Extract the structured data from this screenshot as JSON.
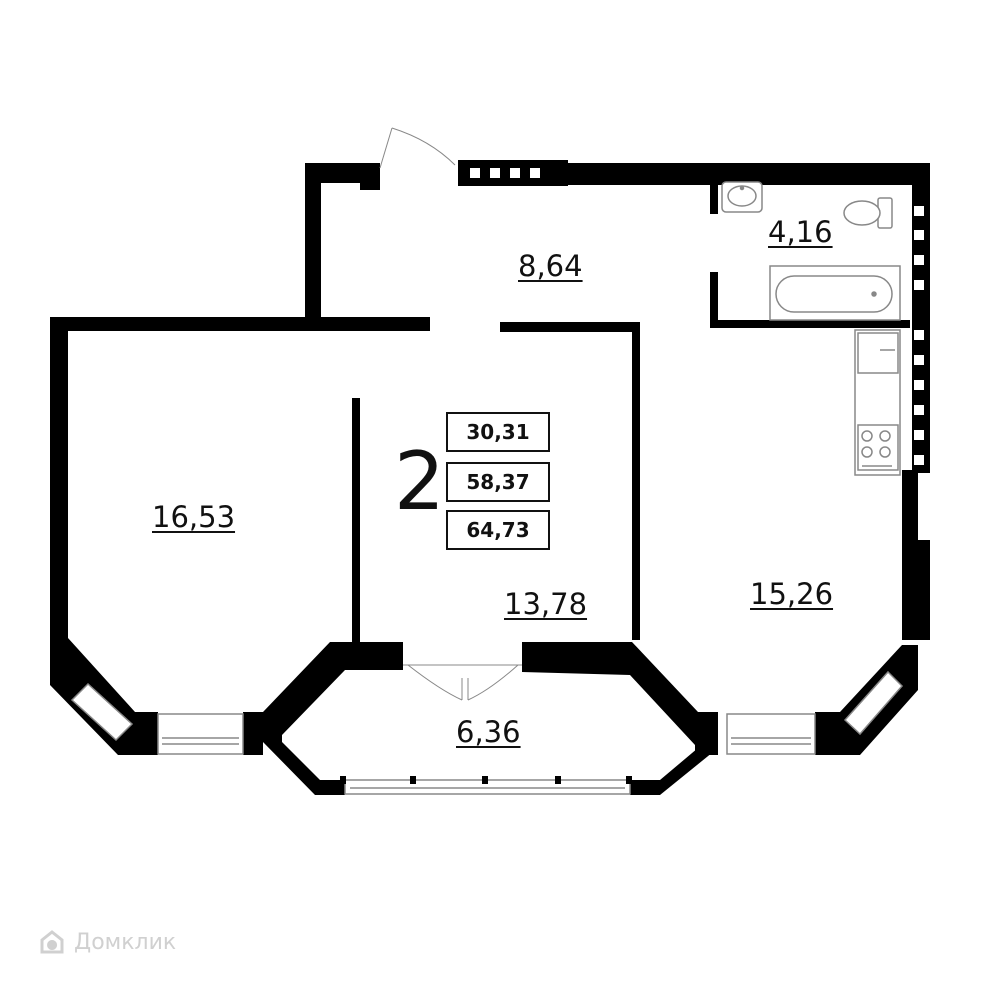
{
  "plan": {
    "room_count": "2",
    "areas": {
      "living": "30,31",
      "total": "58,37",
      "total_with_balcony": "64,73"
    },
    "rooms": {
      "hall": "8,64",
      "bathroom": "4,16",
      "bedroom_left": "16,53",
      "bedroom_middle": "13,78",
      "kitchen": "15,26",
      "loggia": "6,36"
    }
  },
  "watermark": {
    "text": "Домклик"
  },
  "colors": {
    "wall": "#000000",
    "fixture": "#888888",
    "background": "#ffffff",
    "watermark": "#d0d0d0"
  }
}
